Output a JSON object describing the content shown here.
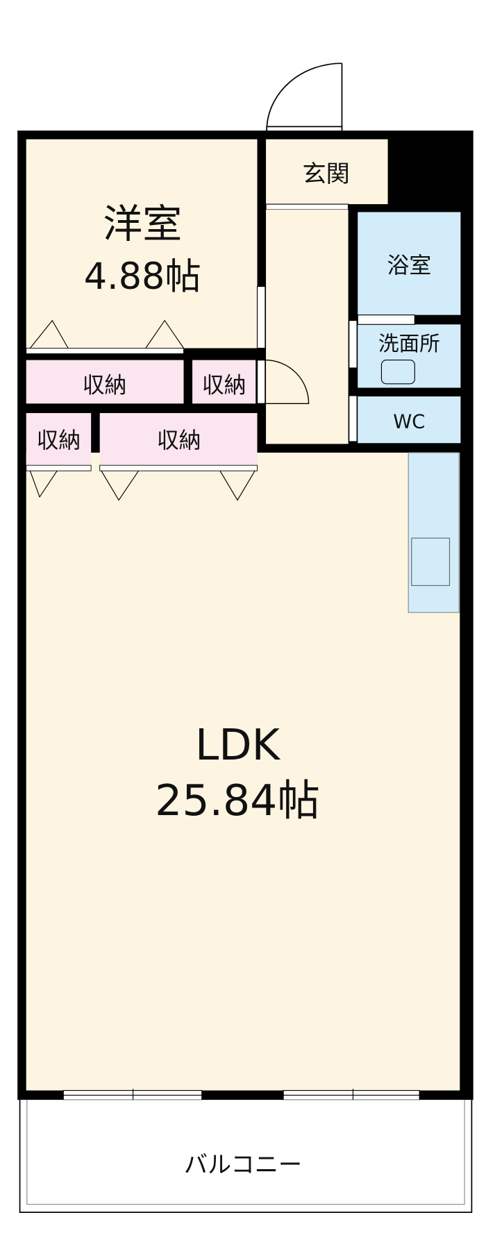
{
  "colors": {
    "floor": "#fdf5e1",
    "wet": "#d3ecf9",
    "storage": "#fbe5ee",
    "wall": "#000000"
  },
  "rooms": {
    "western_room": {
      "name": "洋室",
      "size": "4.88帖"
    },
    "entrance": {
      "name": "玄関"
    },
    "bath": {
      "name": "浴室"
    },
    "washroom": {
      "name": "洗面所"
    },
    "wc": {
      "name": "WC"
    },
    "ldk": {
      "name": "LDK",
      "size": "25.84帖"
    },
    "balcony": {
      "name": "バルコニー"
    },
    "storage": [
      "収納",
      "収納",
      "収納",
      "収納"
    ]
  }
}
